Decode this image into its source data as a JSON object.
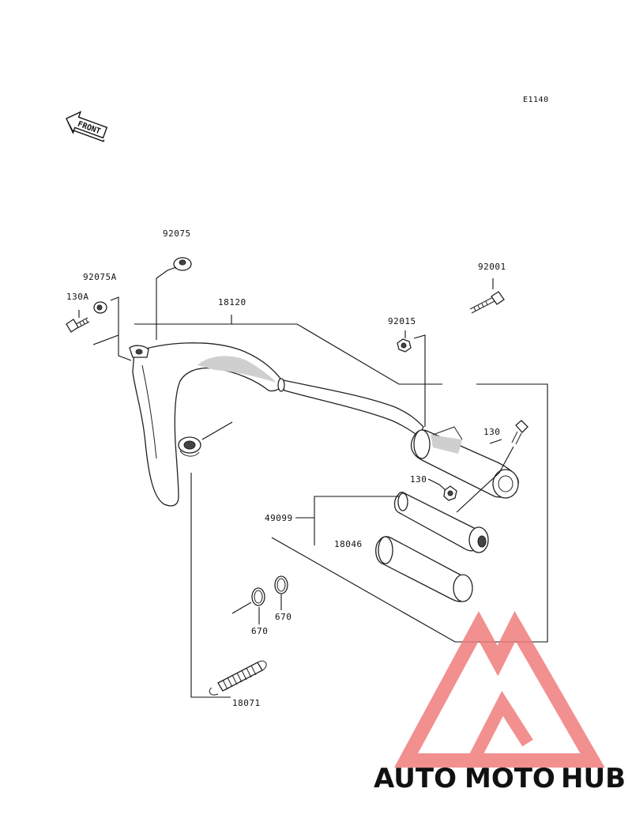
{
  "diagram": {
    "ref_code": "E1140",
    "front_label": "FRONT",
    "parts": [
      {
        "id": "92075",
        "label": "92075"
      },
      {
        "id": "92075A",
        "label": "92075A"
      },
      {
        "id": "130A",
        "label": "130A"
      },
      {
        "id": "18120",
        "label": "18120"
      },
      {
        "id": "92001",
        "label": "92001"
      },
      {
        "id": "92015",
        "label": "92015"
      },
      {
        "id": "130-top",
        "label": "130"
      },
      {
        "id": "130-mid",
        "label": "130"
      },
      {
        "id": "49099",
        "label": "49099"
      },
      {
        "id": "18046",
        "label": "18046"
      },
      {
        "id": "670-left",
        "label": "670"
      },
      {
        "id": "670-right",
        "label": "670"
      },
      {
        "id": "18071",
        "label": "18071"
      }
    ]
  },
  "watermark": {
    "part1": "AUTO",
    "part2": "MOTO",
    "part3": "HUB",
    "color_orange": "#f5b06a",
    "color_red": "#f07d7d",
    "color_gray": "#8a8a8a"
  }
}
